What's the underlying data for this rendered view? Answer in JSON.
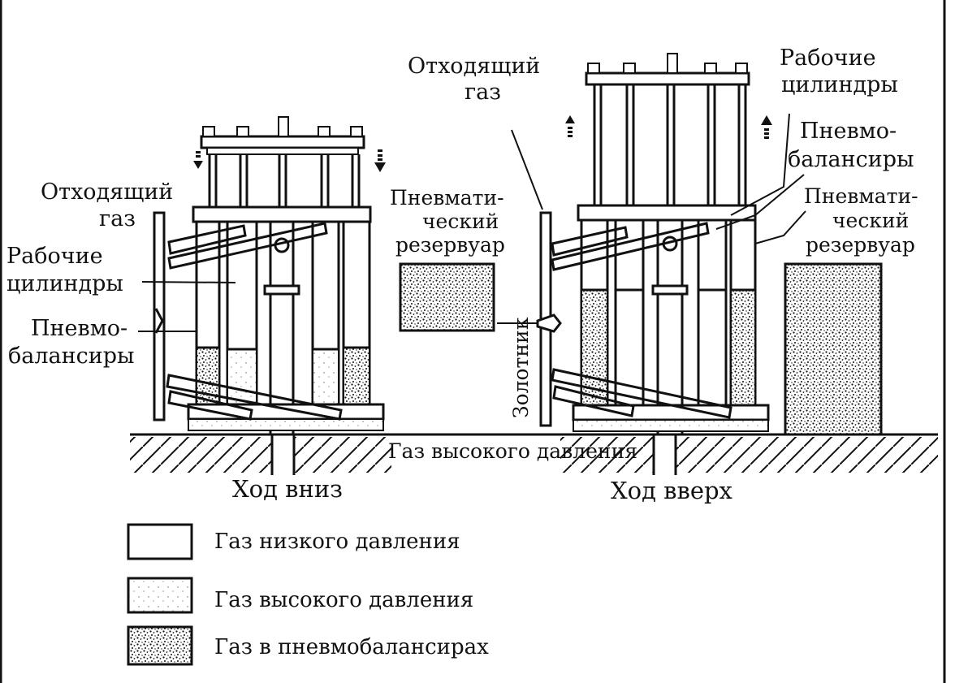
{
  "labels": {
    "left_exhaust_1": "Отходящий",
    "left_exhaust_2": "газ",
    "left_cylinders_1": "Рабочие",
    "left_cylinders_2": "цилиндры",
    "left_balancers_1": "Пневмо-",
    "left_balancers_2": "балансиры",
    "mid_reservoir_1": "Пневмати-",
    "mid_reservoir_2": "ческий",
    "mid_reservoir_3": "резервуар",
    "top_exhaust_1": "Отходящий",
    "top_exhaust_2": "газ",
    "right_cylinders_1": "Рабочие",
    "right_cylinders_2": "цилиндры",
    "right_balancers_1": "Пневмо-",
    "right_balancers_2": "балансиры",
    "right_reservoir_1": "Пневмати-",
    "right_reservoir_2": "ческий",
    "right_reservoir_3": "резервуар",
    "spool": "Золотник",
    "high_pressure_line": "Газ высокого давления"
  },
  "captions": {
    "down_stroke": "Ход вниз",
    "up_stroke": "Ход вверх"
  },
  "legend": [
    {
      "label": "Газ низкого давления",
      "fill": "blank"
    },
    {
      "label": "Газ высокого давления",
      "fill": "light-stipple"
    },
    {
      "label": "Газ в пневмобалансирах",
      "fill": "dense-stipple"
    }
  ]
}
